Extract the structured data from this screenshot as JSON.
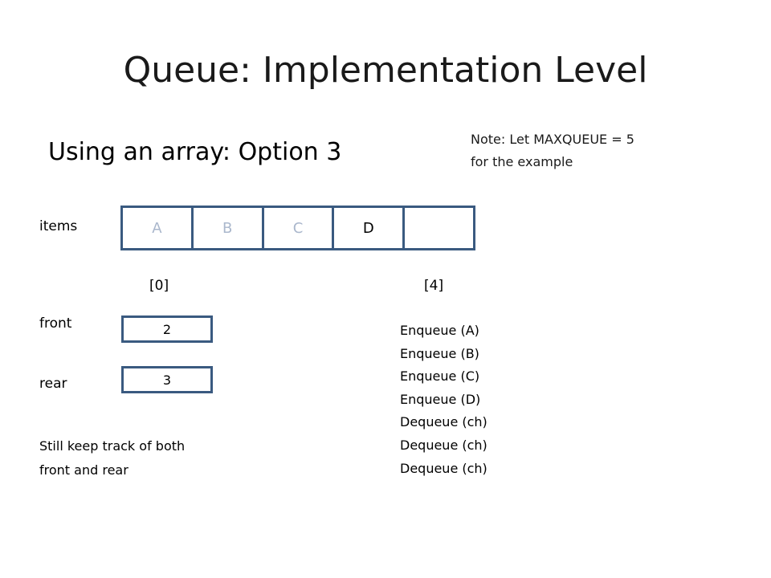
{
  "title": "Queue:  Implementation Level",
  "subtitle": "Using an array:  Option 3",
  "note": {
    "line1": "Note:  Let  MAXQUEUE = 5",
    "line2": "for the example"
  },
  "labels": {
    "items": "items",
    "front": "front",
    "rear": "rear"
  },
  "items": {
    "cells": [
      {
        "value": "A",
        "state": "faded"
      },
      {
        "value": "B",
        "state": "faded"
      },
      {
        "value": "C",
        "state": "faded"
      },
      {
        "value": "D",
        "state": "active"
      },
      {
        "value": "",
        "state": "empty"
      }
    ],
    "index_first": "[0]",
    "index_last": "[4]"
  },
  "front_value": "2",
  "rear_value": "3",
  "operations": [
    "Enqueue (A)",
    "Enqueue (B)",
    "Enqueue (C)",
    "Enqueue (D)",
    "Dequeue (ch)",
    "Dequeue (ch)",
    "Dequeue (ch)"
  ],
  "footnote": {
    "line1": "Still keep track of both",
    "line2": "front and rear"
  },
  "colors": {
    "box_border": "#3a5a80",
    "faded_text": "#aab7cc"
  }
}
